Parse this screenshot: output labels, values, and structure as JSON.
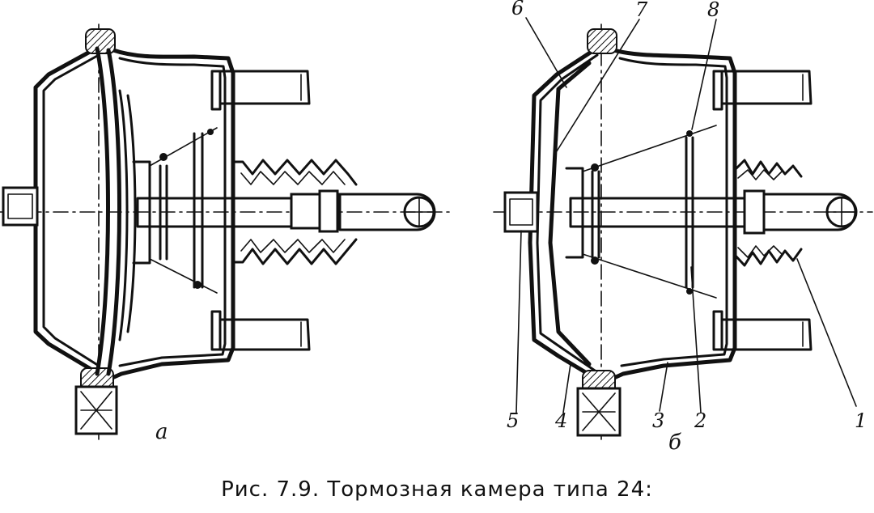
{
  "figure": {
    "caption": "Рис. 7.9. Тормозная камера типа 24:",
    "view_a_label": "а",
    "view_b_label": "б",
    "callouts": [
      "1",
      "2",
      "3",
      "4",
      "5",
      "6",
      "7",
      "8"
    ]
  }
}
